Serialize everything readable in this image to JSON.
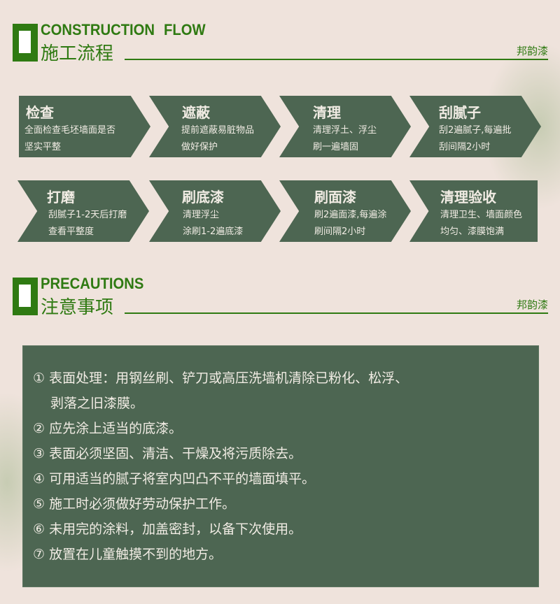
{
  "flow_header": {
    "en": "CONSTRUCTION  FLOW",
    "cn": "施工流程",
    "brand": "邦韵漆"
  },
  "steps": [
    {
      "title": "检查",
      "lines": [
        "全面检查毛坯墙面是否",
        "坚实平整"
      ]
    },
    {
      "title": "遮蔽",
      "lines": [
        "提前遮蔽易脏物品",
        "做好保护"
      ]
    },
    {
      "title": "清理",
      "lines": [
        "清理浮土、浮尘",
        "刷一遍墙固"
      ]
    },
    {
      "title": "刮腻子",
      "lines": [
        "刮2遍腻子,每遍批",
        "刮间隔2小时"
      ]
    },
    {
      "title": "打磨",
      "lines": [
        "刮腻子1-2天后打磨",
        "查看平整度"
      ]
    },
    {
      "title": "刷底漆",
      "lines": [
        "清理浮尘",
        "涂刷1-2遍底漆"
      ]
    },
    {
      "title": "刷面漆",
      "lines": [
        "刷2遍面漆,每遍涂",
        "刷间隔2小时"
      ]
    },
    {
      "title": "清理验收",
      "lines": [
        "清理卫生、墙面颜色",
        "均匀、漆膜饱满"
      ]
    }
  ],
  "precautions_header": {
    "en": "PRECAUTIONS",
    "cn": "注意事项",
    "brand": "邦韵漆"
  },
  "precautions": [
    "① 表面处理：用钢丝刷、铲刀或高压洗墙机清除已粉化、松浮、",
    "剥落之旧漆膜。",
    "② 应先涂上适当的底漆。",
    "③ 表面必须坚固、清洁、干燥及将污质除去。",
    "④ 可用适当的腻子将室内凹凸不平的墙面填平。",
    "⑤ 施工时必须做好劳动保护工作。",
    "⑥  未用完的涂料，加盖密封，以备下次使用。",
    "⑦ 放置在儿童触摸不到的地方。"
  ],
  "colors": {
    "accent": "#2f7a12",
    "panel": "#4d6652",
    "background": "#efe3dc"
  }
}
